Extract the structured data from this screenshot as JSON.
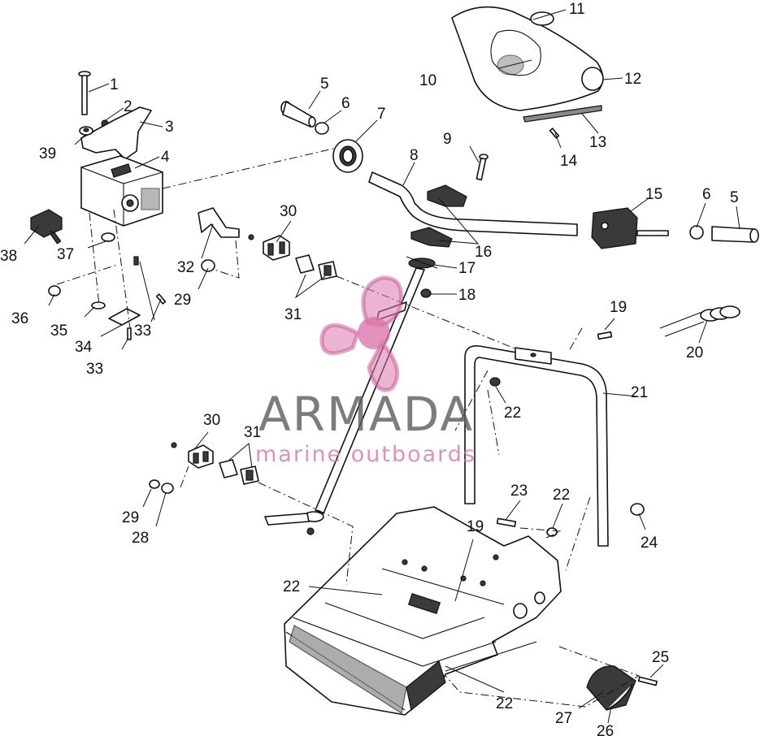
{
  "watermark": {
    "brand": "ARMADA",
    "tagline": "marine outboards",
    "color_primary": "#5b5b5b",
    "color_accent": "#d977ad"
  },
  "callouts": {
    "c1": "1",
    "c2": "2",
    "c3": "3",
    "c4": "4",
    "c5a": "5",
    "c5b": "5",
    "c6a": "6",
    "c6b": "6",
    "c7": "7",
    "c8": "8",
    "c9": "9",
    "c10": "10",
    "c11": "11",
    "c12": "12",
    "c13": "13",
    "c14": "14",
    "c15": "15",
    "c16": "16",
    "c17": "17",
    "c18": "18",
    "c19a": "19",
    "c19b": "19",
    "c20": "20",
    "c21": "21",
    "c22a": "22",
    "c22b": "22",
    "c22c": "22",
    "c22d": "22",
    "c23": "23",
    "c24": "24",
    "c25": "25",
    "c26": "26",
    "c27": "27",
    "c28": "28",
    "c29a": "29",
    "c29b": "29",
    "c30a": "30",
    "c30b": "30",
    "c31a": "31",
    "c31b": "31",
    "c32": "32",
    "c33a": "33",
    "c33b": "33",
    "c34": "34",
    "c35": "35",
    "c36": "36",
    "c37": "37",
    "c38": "38",
    "c39": "39"
  }
}
